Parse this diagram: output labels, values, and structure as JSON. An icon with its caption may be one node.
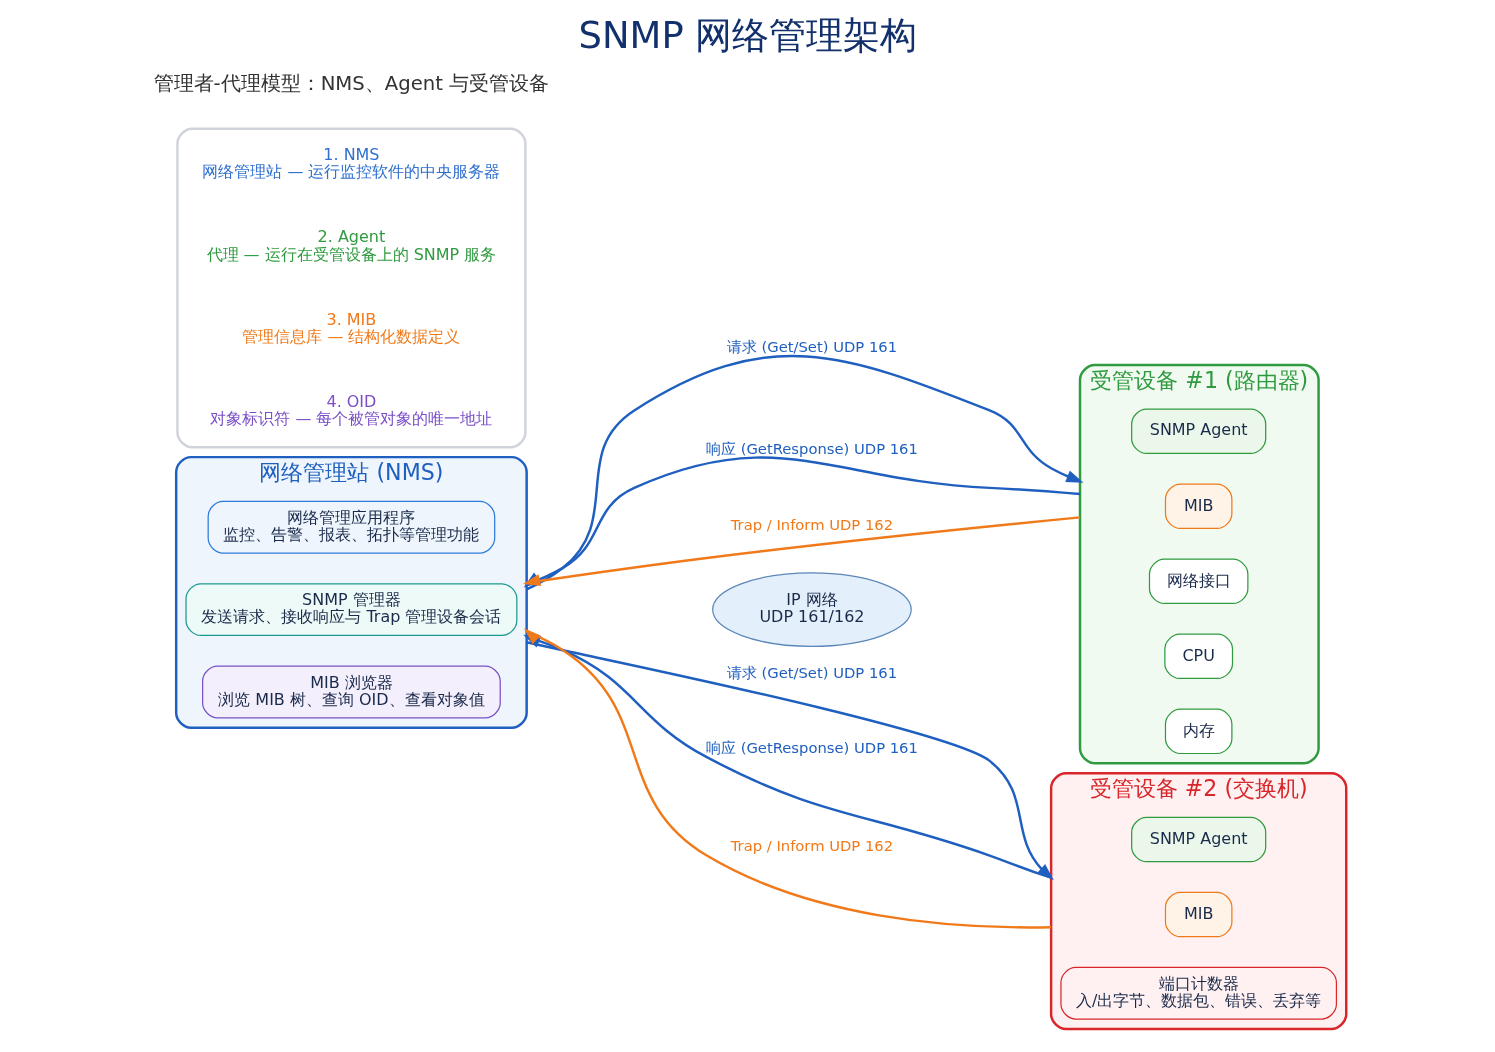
{
  "diagram": {
    "title": "SNMP 网络管理架构",
    "nodes": [
      {
        "text": [
          "网络管理站 (NMS)"
        ]
      },
      {
        "text": [
          "网络管理应用程序",
          "监控、告警、报表、拓扑等管理功能"
        ],
        "in": 0
      },
      {
        "text": [
          "SNMP 管理器",
          "发送请求、接收响应与 Trap 管理设备会话"
        ],
        "in": 0
      },
      {
        "text": [
          "MIB 浏览器",
          "浏览 MIB 树、查询 OID、查看对象值"
        ],
        "in": 0
      },
      {
        "text": [
          "IP 网络",
          "UDP 161/162"
        ]
      },
      {
        "text": [
          "受管设备 #1 (路由器)"
        ]
      },
      {
        "text": [
          "SNMP Agent"
        ],
        "in": 5
      },
      {
        "text": [
          "MIB"
        ],
        "in": 5
      },
      {
        "text": [
          "网络接口"
        ],
        "in": 5
      },
      {
        "text": [
          "CPU"
        ],
        "in": 5
      },
      {
        "text": [
          "内存"
        ],
        "in": 5
      },
      {
        "text": [
          "受管设备 #2 (交换机)"
        ]
      },
      {
        "text": [
          "SNMP Agent"
        ],
        "in": 11
      },
      {
        "text": [
          "MIB"
        ],
        "in": 11
      },
      {
        "text": [
          "端口计数器",
          "入/出字节、数据包、错误、丢弃等"
        ],
        "in": 11
      },
      {
        "text": [],
        "shape": "box"
      },
      {
        "text": [
          "1. NMS",
          "网络管理站 — 运行监控软件的中央服务器"
        ],
        "in": 15
      },
      {
        "text": [
          "2. Agent",
          "代理 — 运行在受管设备上的 SNMP 服务"
        ],
        "in": 15
      },
      {
        "text": [
          "3. MIB",
          "管理信息库 — 结构化数据定义"
        ],
        "in": 15
      },
      {
        "text": [
          "4. OID",
          "对象标识符 — 每个被管对象的唯一地址"
        ],
        "in": 15
      }
    ],
    "edges": [
      {
        "from": 0,
        "to": 5,
        "arrow": "to",
        "label": "请求 (Get/Set) UDP 161"
      },
      {
        "from": 5,
        "to": 0,
        "arrow": "to",
        "label": "响应 (GetResponse) UDP 161"
      },
      {
        "from": 5,
        "to": 0,
        "arrow": "to",
        "label": "Trap / Inform UDP 162",
        "color": "#f07a1a"
      },
      {
        "from": 0,
        "to": 11,
        "arrow": "to",
        "label": "请求 (Get/Set) UDP 161"
      },
      {
        "from": 11,
        "to": 0,
        "arrow": "to",
        "label": "响应 (GetResponse) UDP 161"
      },
      {
        "from": 11,
        "to": 0,
        "arrow": "to",
        "label": "Trap / Inform UDP 162",
        "color": "#f07a1a"
      }
    ],
    "labels": [
      "管理者-代理模型：NMS、Agent 与受管设备"
    ]
  }
}
